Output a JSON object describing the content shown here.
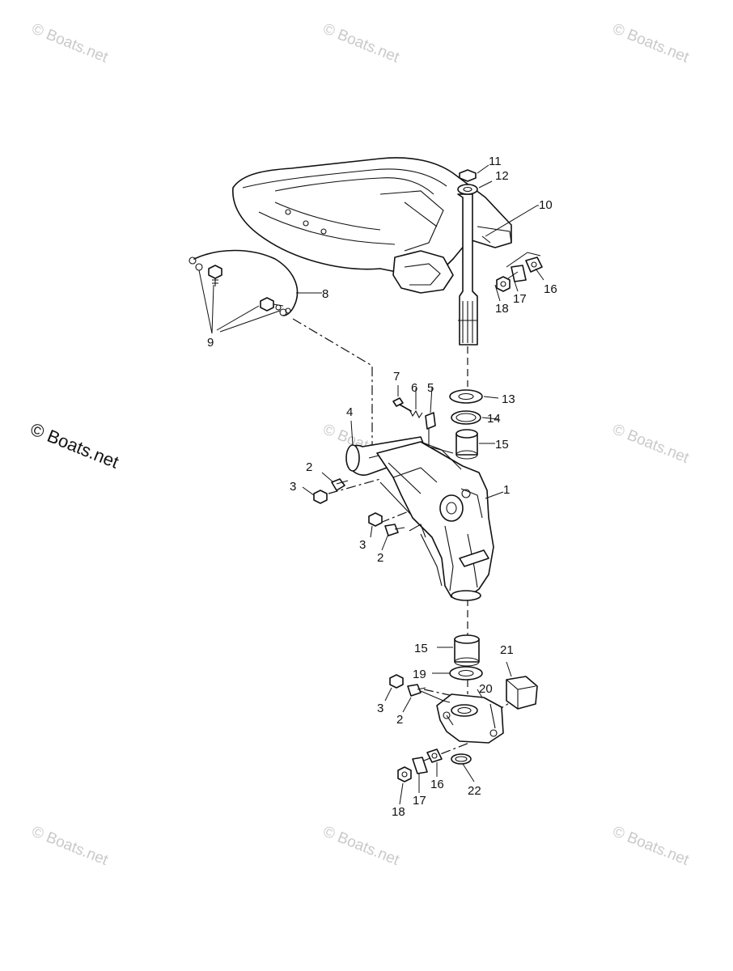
{
  "watermark_text": "© Boats.net",
  "callouts": {
    "c1": "1",
    "c2a": "2",
    "c2b": "2",
    "c2c": "2",
    "c3a": "3",
    "c3b": "3",
    "c3c": "3",
    "c4": "4",
    "c5": "5",
    "c6": "6",
    "c7": "7",
    "c8": "8",
    "c9": "9",
    "c10": "10",
    "c11": "11",
    "c12": "12",
    "c13": "13",
    "c14": "14",
    "c15a": "15",
    "c15b": "15",
    "c16a": "16",
    "c16b": "16",
    "c17a": "17",
    "c17b": "17",
    "c18a": "18",
    "c18b": "18",
    "c19": "19",
    "c20": "20",
    "c21": "21",
    "c22": "22"
  }
}
